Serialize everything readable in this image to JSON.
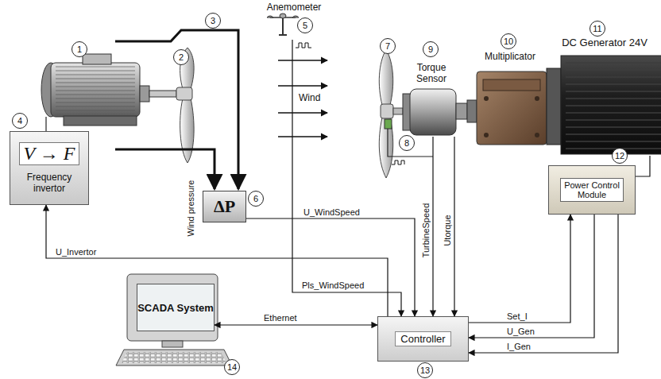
{
  "diagram": {
    "nodes": [
      {
        "text": [
          "V → F",
          "Frequency invertor"
        ]
      },
      {
        "text": [
          "ΔP"
        ]
      },
      {
        "text": [
          "Anemometer"
        ]
      },
      {
        "text": [
          "Torque Sensor"
        ]
      },
      {
        "text": [
          "Multiplicator"
        ]
      },
      {
        "text": [
          "DC Generator 24V"
        ]
      },
      {
        "text": [
          "Power Control Module"
        ]
      },
      {
        "text": [
          "Controller"
        ]
      },
      {
        "text": [
          "SCADA System"
        ]
      }
    ],
    "edges": [
      {
        "from": 7,
        "to": 0,
        "label": "U_Invertor",
        "arrow": "to"
      },
      {
        "from": 1,
        "to": 7,
        "label": "U_WindSpeed",
        "arrow": "to"
      },
      {
        "from": 2,
        "to": 7,
        "label": "Pls_WindSpeed",
        "arrow": "to"
      },
      {
        "from": 3,
        "to": 7,
        "label": "TurbineSpeed",
        "arrow": "to"
      },
      {
        "from": 3,
        "to": 7,
        "label": "Utorque",
        "arrow": "to"
      },
      {
        "from": 7,
        "to": 6,
        "label": "Set_I",
        "arrow": "to"
      },
      {
        "from": 6,
        "to": 7,
        "label": "U_Gen",
        "arrow": "to"
      },
      {
        "from": 6,
        "to": 7,
        "label": "I_Gen",
        "arrow": "to"
      },
      {
        "from": 8,
        "to": 7,
        "label": "Ethernet",
        "arrow": "both"
      },
      {
        "from": 5,
        "to": 6,
        "arrow": "none"
      }
    ],
    "labels": [
      "1",
      "2",
      "3",
      "4",
      "5",
      "6",
      "7",
      "8",
      "9",
      "10",
      "11",
      "12",
      "13",
      "14",
      "Wind",
      "Wind pressure"
    ]
  }
}
